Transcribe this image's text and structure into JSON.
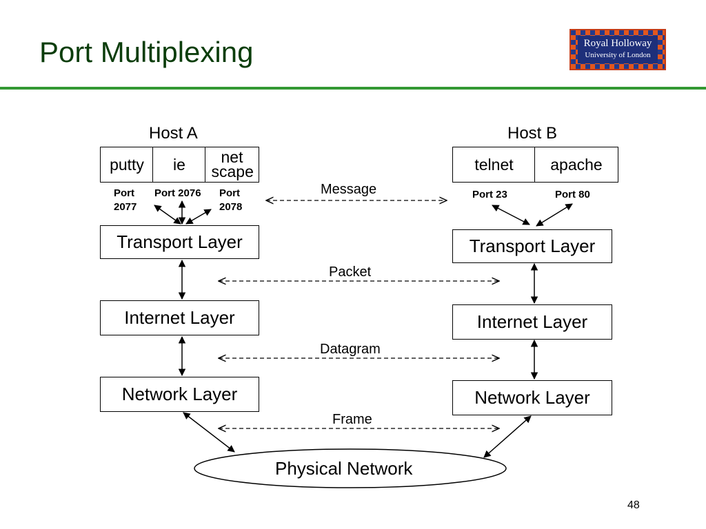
{
  "slide": {
    "title": "Port Multiplexing",
    "page_number": "48",
    "logo": {
      "line1": "Royal Holloway",
      "line2": "University of London"
    }
  },
  "host_a": {
    "label": "Host A",
    "apps": [
      "putty",
      "ie",
      "net scape"
    ],
    "ports": [
      "Port 2077",
      "Port 2076",
      "Port 2078"
    ],
    "layers": [
      "Transport Layer",
      "Internet Layer",
      "Network Layer"
    ]
  },
  "host_b": {
    "label": "Host B",
    "apps": [
      "telnet",
      "apache"
    ],
    "ports": [
      "Port 23",
      "Port 80"
    ],
    "layers": [
      "Transport Layer",
      "Internet Layer",
      "Network Layer"
    ]
  },
  "links": {
    "message": "Message",
    "packet": "Packet",
    "datagram": "Datagram",
    "frame": "Frame"
  },
  "physical_network": "Physical Network",
  "colors": {
    "title": "#0b3d0b",
    "rule": "#339933",
    "logo_blue": "#1e2f7a",
    "logo_orange": "#e2571e"
  }
}
